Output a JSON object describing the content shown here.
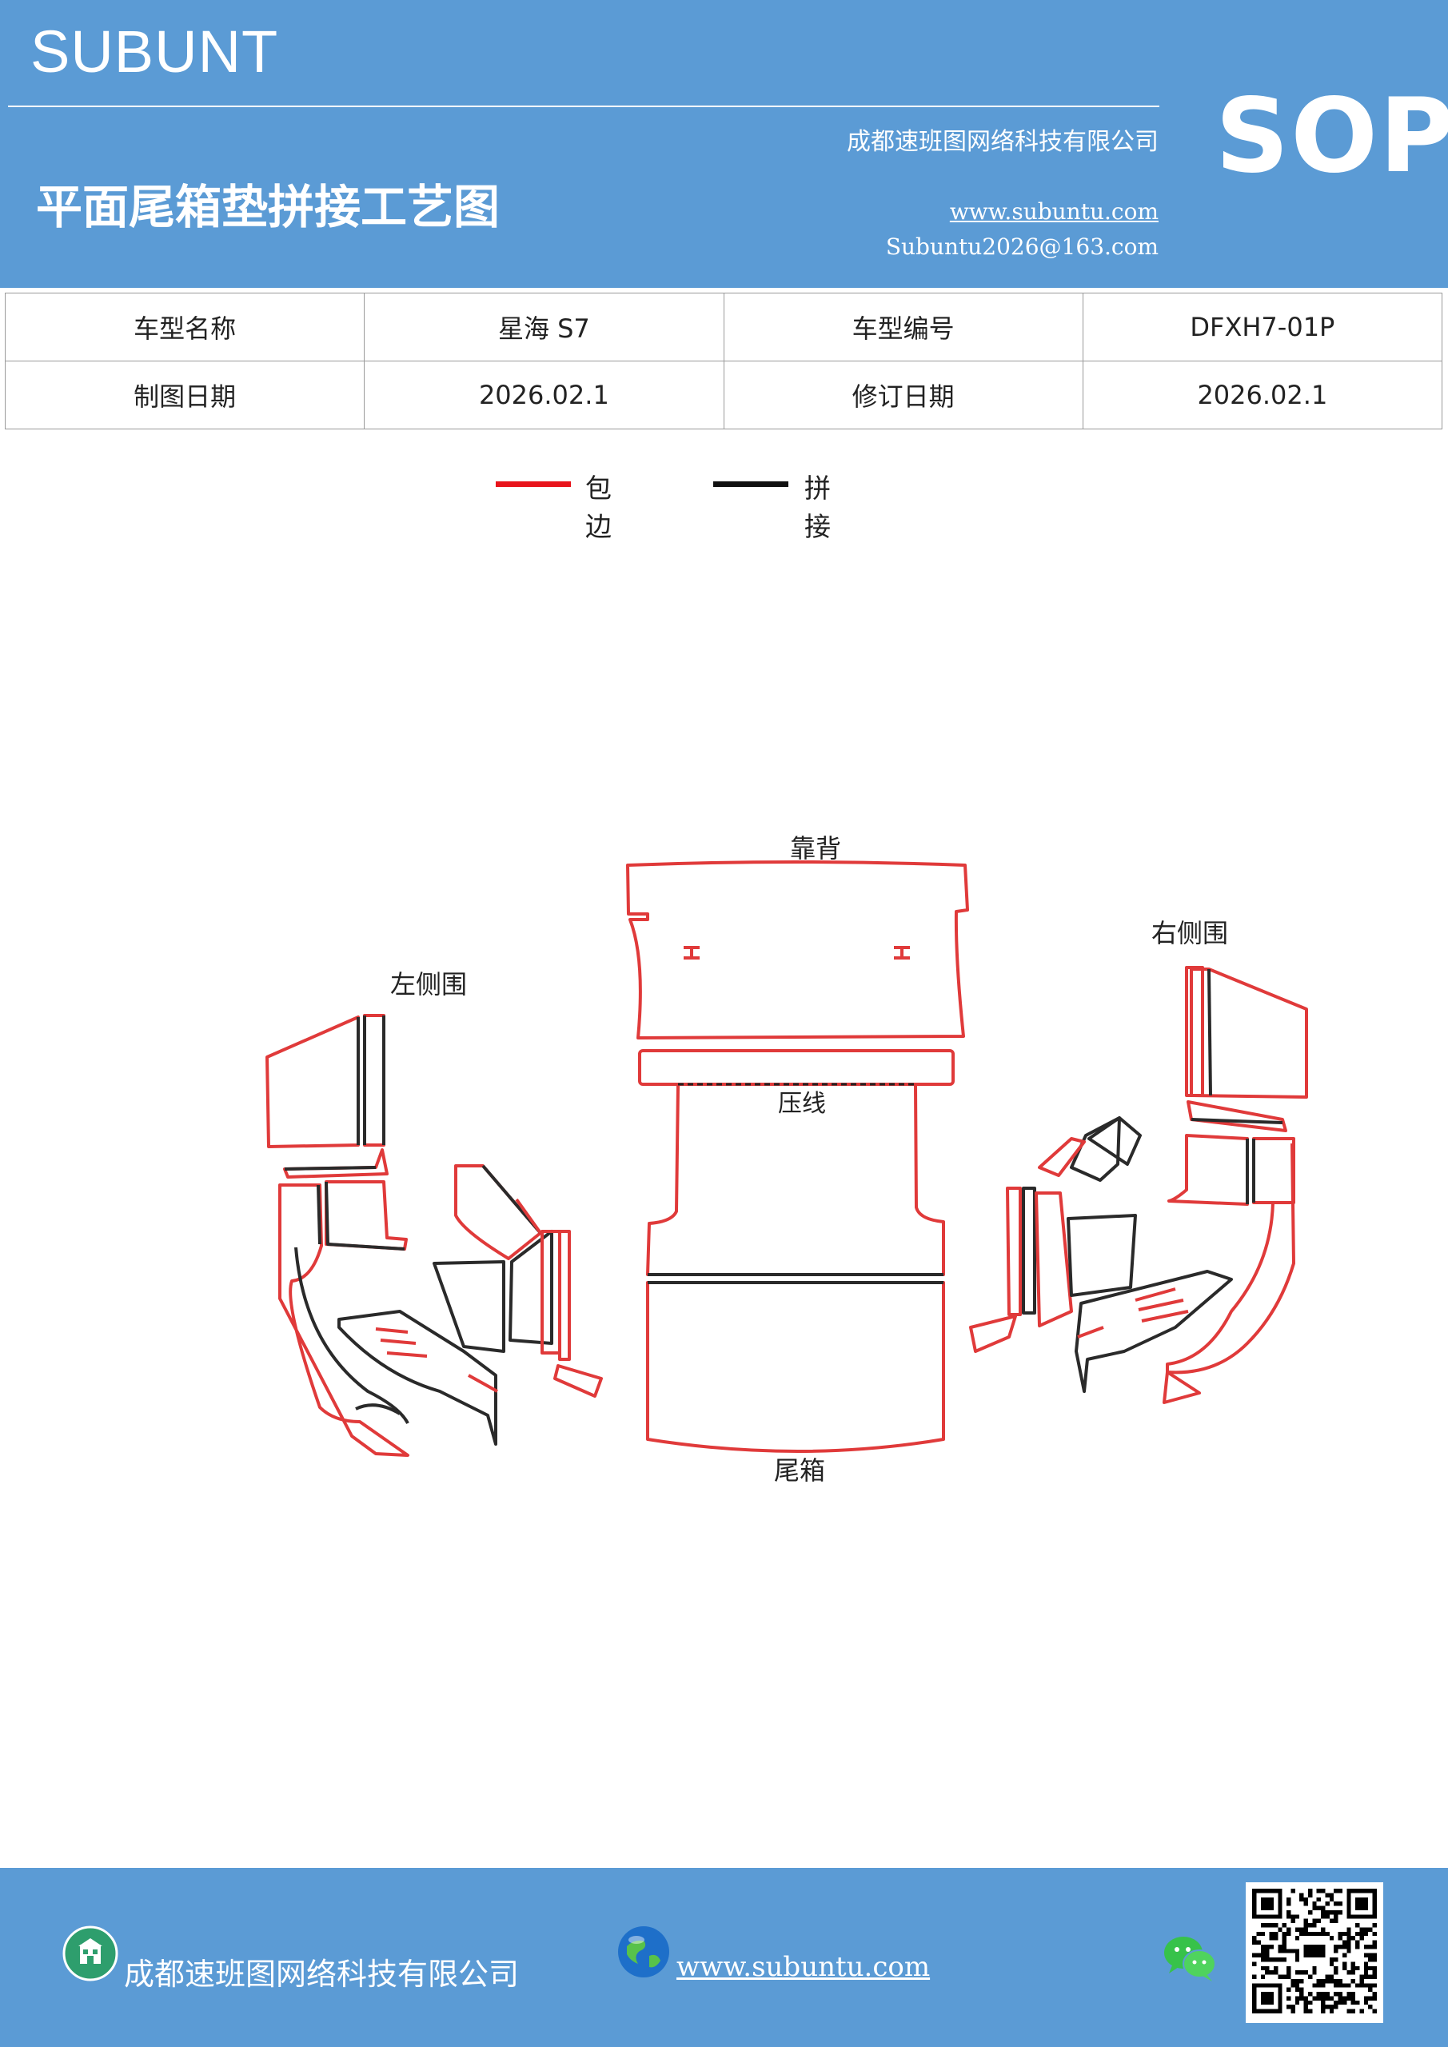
{
  "header": {
    "brand": "SUBUNT",
    "company": "成都速班图网络科技有限公司",
    "doc_title": "平面尾箱垫拼接工艺图",
    "website": "www.subuntu.com",
    "email": "Subuntu2026@163.com",
    "badge": "SOP"
  },
  "info_table": {
    "model_name_label": "车型名称",
    "model_name_value": "星海 S7",
    "model_code_label": "车型编号",
    "model_code_value": "DFXH7-01P",
    "draw_date_label": "制图日期",
    "draw_date_value": "2026.02.1",
    "revise_date_label": "修订日期",
    "revise_date_value": "2026.02.1"
  },
  "legend": {
    "items": [
      {
        "label": "包边",
        "color": "#e8141b"
      },
      {
        "label": "拼接",
        "color": "#111111"
      }
    ]
  },
  "diagram": {
    "backrest": "靠背",
    "crease": "压线",
    "trunk": "尾箱",
    "left_side": "左侧围",
    "right_side": "右侧围"
  },
  "colors": {
    "brand_blue": "#5b9bd5",
    "edge_binding": "#e03a3a",
    "splice": "#2a2a2a"
  },
  "footer": {
    "company": "成都速班图网络科技有限公司",
    "website": "www.subuntu.com",
    "icons": [
      "building-icon",
      "globe-icon",
      "wechat-icon",
      "qr-code"
    ]
  }
}
